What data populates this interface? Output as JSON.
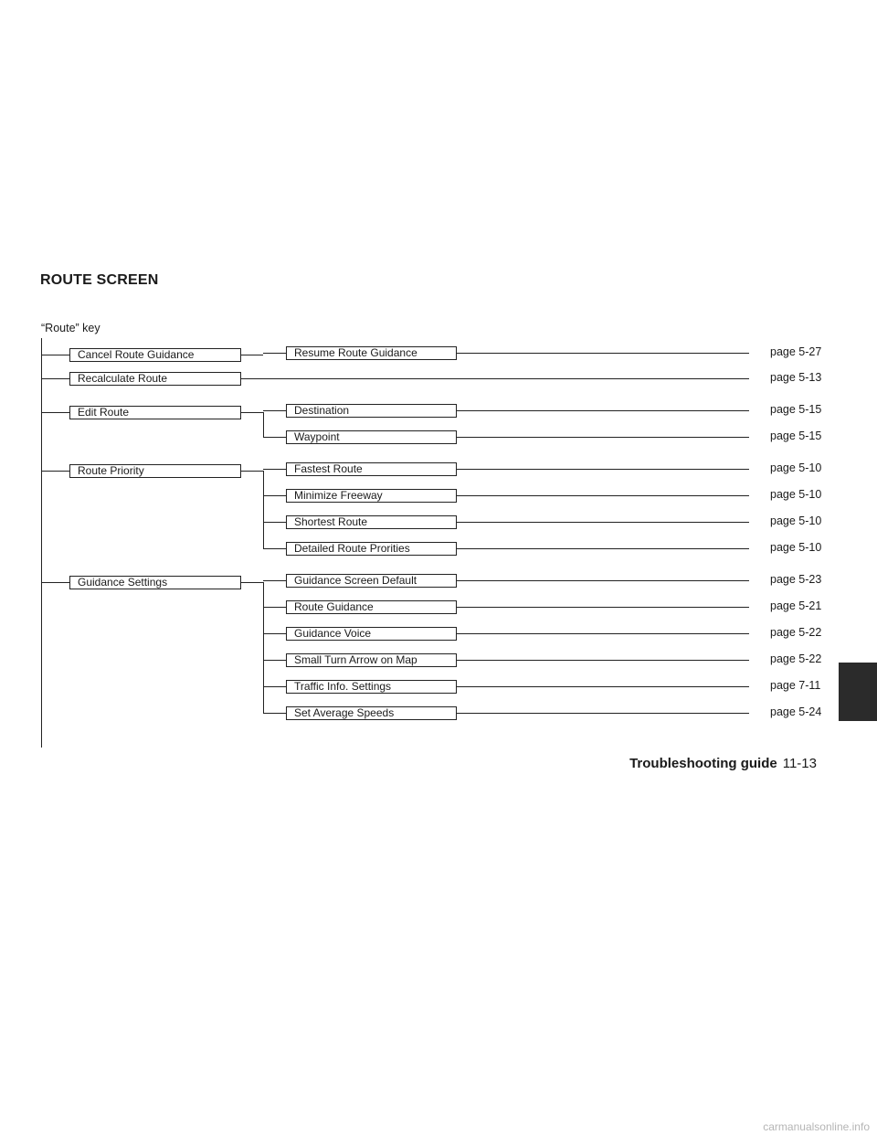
{
  "title": "ROUTE SCREEN",
  "root": "“Route” key",
  "groups": [
    {
      "label": "Cancel Route Guidance",
      "children": [
        {
          "label": "Resume Route Guidance",
          "page": "page 5-27"
        }
      ]
    },
    {
      "label": "Recalculate Route",
      "page": "page 5-13",
      "children": []
    },
    {
      "label": "Edit Route",
      "children": [
        {
          "label": "Destination",
          "page": "page 5-15"
        },
        {
          "label": "Waypoint",
          "page": "page 5-15"
        }
      ]
    },
    {
      "label": "Route Priority",
      "children": [
        {
          "label": "Fastest Route",
          "page": "page 5-10"
        },
        {
          "label": "Minimize Freeway",
          "page": "page 5-10"
        },
        {
          "label": "Shortest Route",
          "page": "page 5-10"
        },
        {
          "label": "Detailed Route Prorities",
          "page": "page 5-10"
        }
      ]
    },
    {
      "label": "Guidance Settings",
      "children": [
        {
          "label": "Guidance Screen Default",
          "page": "page 5-23"
        },
        {
          "label": "Route Guidance",
          "page": "page 5-21"
        },
        {
          "label": "Guidance Voice",
          "page": "page 5-22"
        },
        {
          "label": "Small Turn Arrow on Map",
          "page": "page 5-22"
        },
        {
          "label": "Traffic Info. Settings",
          "page": "page 7-11"
        },
        {
          "label": "Set Average Speeds",
          "page": "page 5-24"
        }
      ]
    }
  ],
  "footer": {
    "section": "Troubleshooting guide",
    "page_number": "11-13"
  },
  "watermark": "carmanualsonline.info"
}
